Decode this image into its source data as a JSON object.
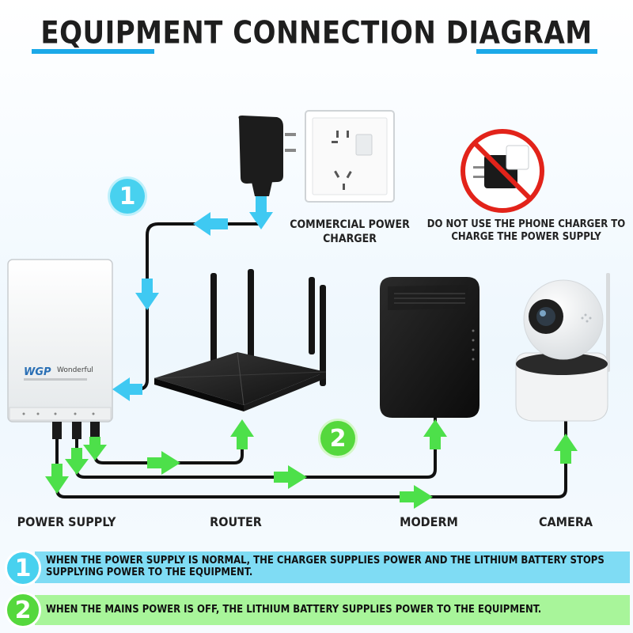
{
  "title": "EQUIPMENT CONNECTION DIAGRAM",
  "labels": {
    "commercial_charger": "COMMERCIAL POWER CHARGER",
    "warning": "DO NOT USE THE PHONE CHARGER TO CHARGE THE POWER SUPPLY",
    "power_supply": "POWER SUPPLY",
    "router": "ROUTER",
    "modem": "MODERM",
    "camera": "CAMERA"
  },
  "device_brand": {
    "logo": "WGP",
    "name": "Wonderful"
  },
  "callouts": {
    "one": "1",
    "two": "2"
  },
  "notes": [
    {
      "number": "1",
      "text": "WHEN THE POWER SUPPLY IS NORMAL, THE CHARGER SUPPLIES POWER AND THE LITHIUM BATTERY STOPS SUPPLYING POWER TO THE EQUIPMENT.",
      "color": "#7fdcf4"
    },
    {
      "number": "2",
      "text": "WHEN THE MAINS POWER IS OFF, THE LITHIUM BATTERY SUPPLIES POWER TO THE EQUIPMENT.",
      "color": "#a8f59a"
    }
  ],
  "colors": {
    "accent_blue": "#1ba9e8",
    "arrow_blue": "#3fc9f2",
    "arrow_green": "#4de04a",
    "circle_blue": "#48d1ef",
    "circle_green": "#55d83d",
    "warning_red": "#e2231a"
  }
}
